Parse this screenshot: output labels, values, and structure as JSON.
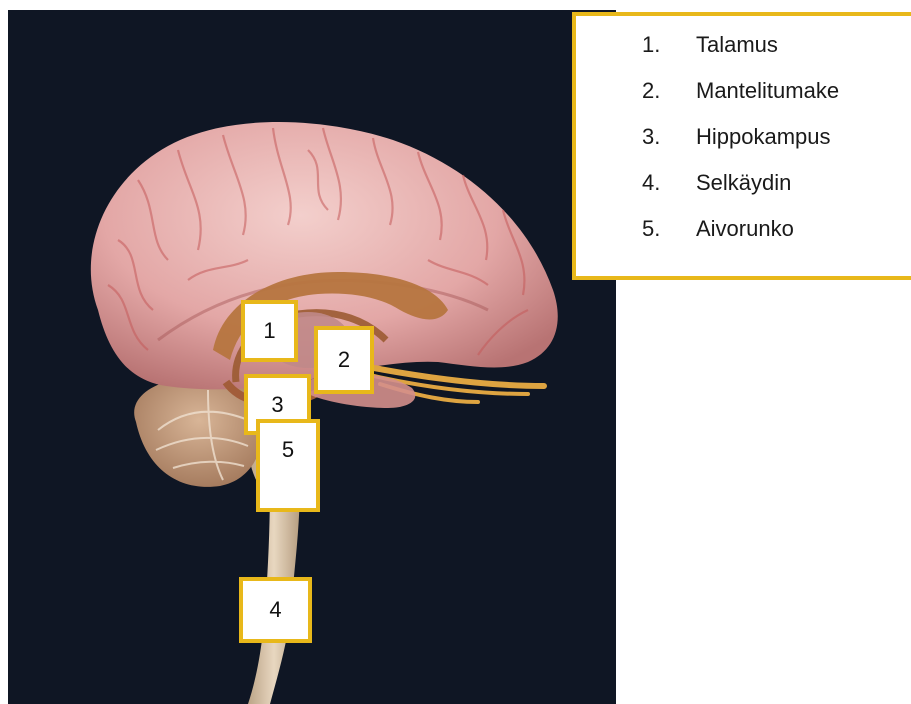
{
  "markers": {
    "m1": "1",
    "m2": "2",
    "m3": "3",
    "m4": "4",
    "m5": "5"
  },
  "legend": {
    "items": [
      {
        "number": "1.",
        "label": "Talamus"
      },
      {
        "number": "2.",
        "label": "Mantelitumake"
      },
      {
        "number": "3.",
        "label": "Hippokampus"
      },
      {
        "number": "4.",
        "label": "Selkäydin"
      },
      {
        "number": "5.",
        "label": "Aivorunko"
      }
    ]
  },
  "colors": {
    "background": "#0f1624",
    "cortex": "#e3a7a6",
    "vessels": "#c55a5a",
    "cerebellum": "#c29a7c",
    "brainstem": "#d6c1a7",
    "limbic": "#b6753f",
    "olfactory": "#dea441",
    "marker_border": "#e8b81a"
  }
}
